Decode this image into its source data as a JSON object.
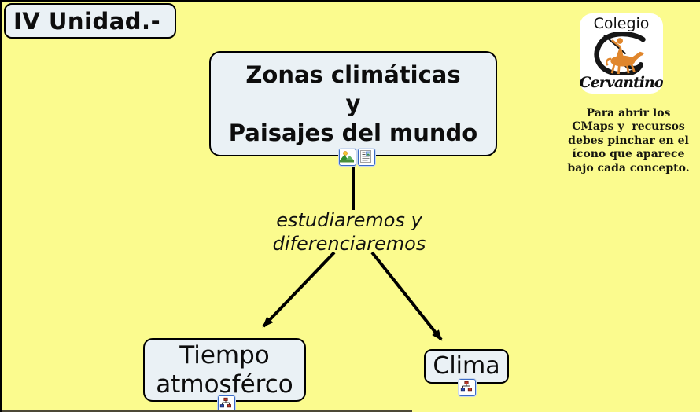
{
  "page": {
    "background": "#fbfb8e",
    "node_fill": "#eaf1f5",
    "node_border": "#000000",
    "icon_border": "#3a6bc6",
    "logo_orange": "#e0862c"
  },
  "unit_label": {
    "text": "IV Unidad.-"
  },
  "main_concept": {
    "lines": [
      "Zonas climáticas",
      "y",
      "Paisajes del mundo"
    ]
  },
  "linking_phrase": {
    "lines": [
      "estudiaremos y",
      "diferenciaremos"
    ]
  },
  "concept_tiempo": {
    "lines": [
      "Tiempo",
      "atmosférco"
    ]
  },
  "concept_clima": {
    "text": "Clima"
  },
  "logo": {
    "top_text": "Colegio",
    "bottom_text": "Cervantino"
  },
  "instructions": {
    "lines": [
      "Para abrir los",
      "CMaps y  recursos",
      "debes pinchar en el",
      "ícono que aparece",
      "bajo cada concepto."
    ]
  },
  "icons": {
    "image_resource": "image-icon",
    "document_resource": "document-icon",
    "cmap_resource": "cmap-icon"
  }
}
